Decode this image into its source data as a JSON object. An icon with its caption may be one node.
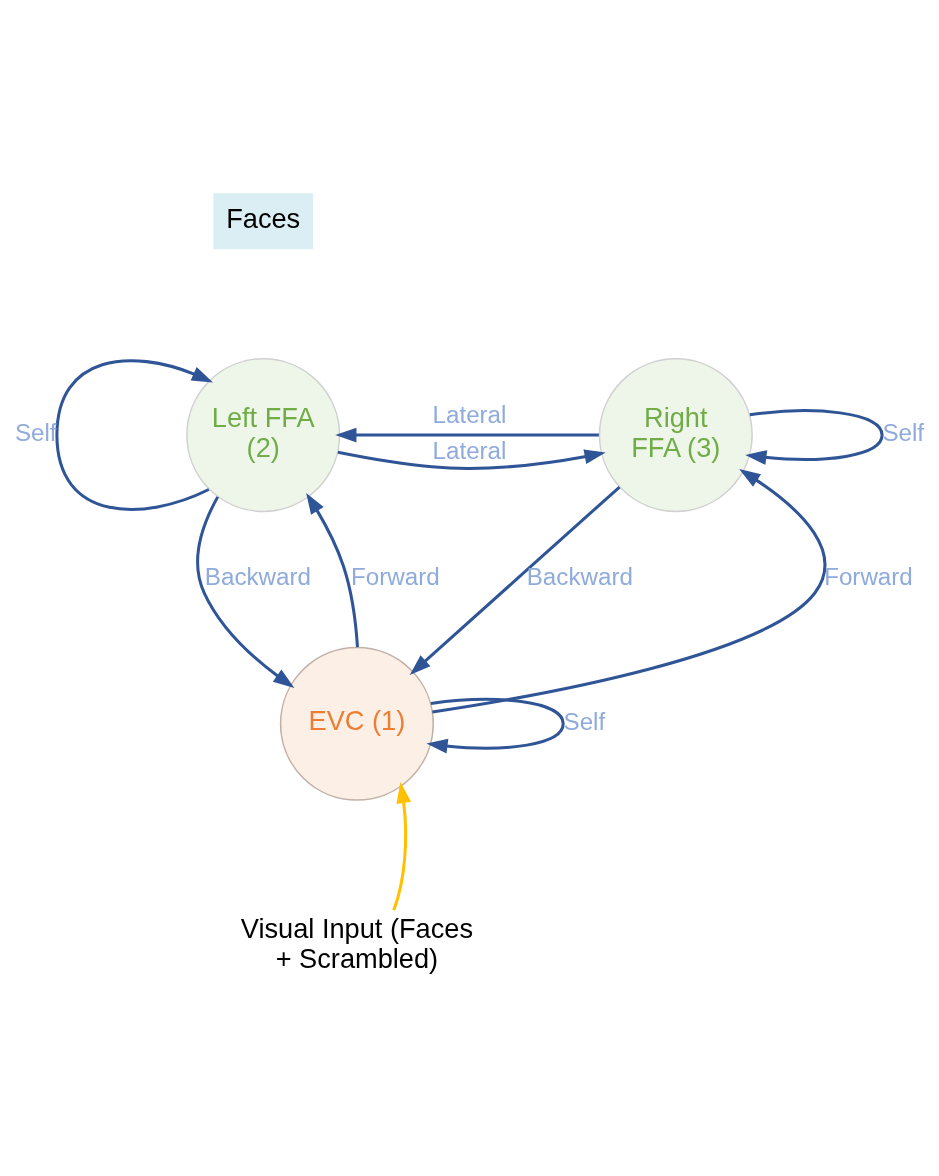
{
  "diagram": {
    "nodes": [
      {
        "text": [
          "Faces"
        ]
      },
      {
        "text": [
          "Left FFA (2)"
        ]
      },
      {
        "text": [
          "Right FFA (3)"
        ]
      },
      {
        "text": [
          "EVC (1)"
        ]
      },
      {
        "text": [
          "Visual Input (Faces + Scrambled)"
        ]
      }
    ],
    "edges": [
      {
        "from": 1,
        "to": 1,
        "arrow": "to",
        "label": "Self"
      },
      {
        "from": 2,
        "to": 2,
        "arrow": "to",
        "label": "Self"
      },
      {
        "from": 2,
        "to": 1,
        "arrow": "to",
        "label": "Lateral"
      },
      {
        "from": 1,
        "to": 2,
        "arrow": "to",
        "label": "Lateral"
      },
      {
        "from": 3,
        "to": 1,
        "arrow": "to",
        "label": "Forward"
      },
      {
        "from": 1,
        "to": 3,
        "arrow": "to",
        "label": "Backward"
      },
      {
        "from": 3,
        "to": 2,
        "arrow": "to",
        "label": "Forward"
      },
      {
        "from": 2,
        "to": 3,
        "arrow": "to",
        "label": "Backward"
      },
      {
        "from": 3,
        "to": 3,
        "arrow": "to",
        "label": "Self"
      },
      {
        "from": 4,
        "to": 3,
        "arrow": "to",
        "color": "#ffc000"
      }
    ]
  }
}
